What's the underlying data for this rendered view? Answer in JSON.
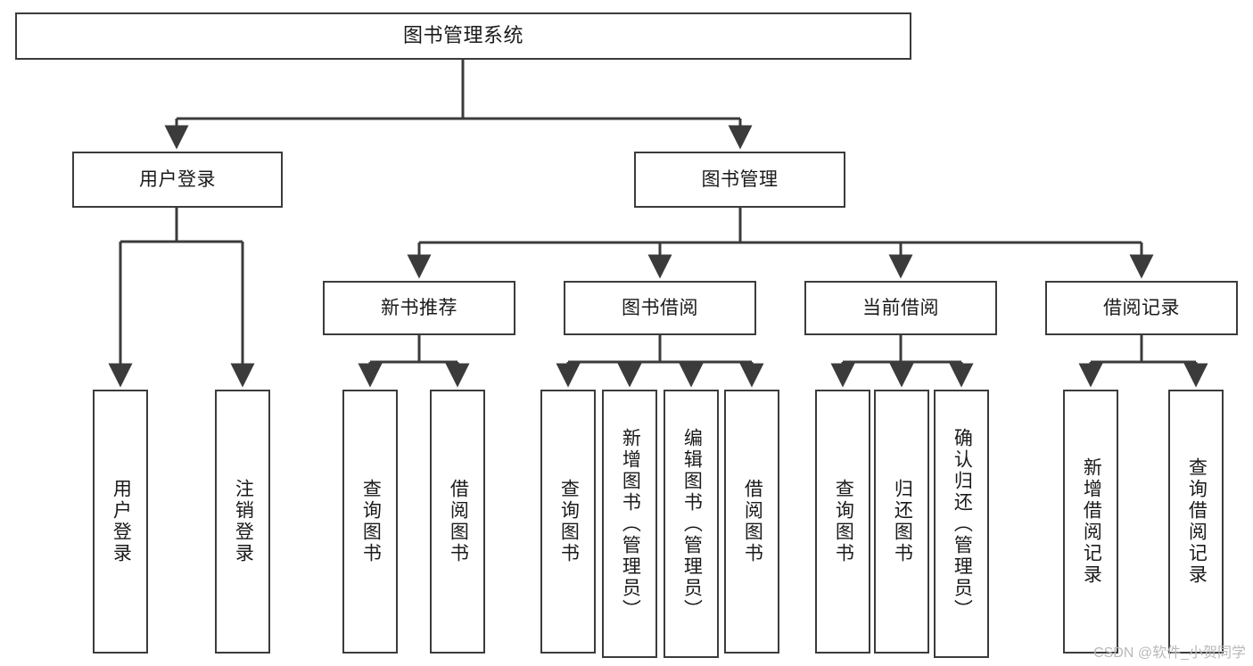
{
  "diagram": {
    "title": "图书管理系统",
    "type": "tree",
    "orientation": "top-down",
    "root": {
      "id": "root",
      "label": "图书管理系统"
    },
    "level2": [
      {
        "id": "user-login",
        "label": "用户登录"
      },
      {
        "id": "book-manage",
        "label": "图书管理"
      }
    ],
    "level3": [
      {
        "id": "new-book-recommend",
        "label": "新书推荐",
        "parent": "book-manage"
      },
      {
        "id": "book-borrow",
        "label": "图书借阅",
        "parent": "book-manage"
      },
      {
        "id": "current-borrow",
        "label": "当前借阅",
        "parent": "book-manage"
      },
      {
        "id": "borrow-record",
        "label": "借阅记录",
        "parent": "book-manage"
      }
    ],
    "leaves": {
      "user-login": [
        {
          "id": "leaf-user-login",
          "label": "用户登录"
        },
        {
          "id": "leaf-user-logout",
          "label": "注销登录"
        }
      ],
      "new-book-recommend": [
        {
          "id": "leaf-query-book-1",
          "label": "查询图书"
        },
        {
          "id": "leaf-borrow-book-1",
          "label": "借阅图书"
        }
      ],
      "book-borrow": [
        {
          "id": "leaf-query-book-2",
          "label": "查询图书"
        },
        {
          "id": "leaf-add-book",
          "label": "新增图书（管理员）"
        },
        {
          "id": "leaf-edit-book",
          "label": "编辑图书（管理员）"
        },
        {
          "id": "leaf-borrow-book-2",
          "label": "借阅图书"
        }
      ],
      "current-borrow": [
        {
          "id": "leaf-query-book-3",
          "label": "查询图书"
        },
        {
          "id": "leaf-return-book",
          "label": "归还图书"
        },
        {
          "id": "leaf-confirm-return",
          "label": "确认归还（管理员）"
        }
      ],
      "borrow-record": [
        {
          "id": "leaf-add-record",
          "label": "新增借阅记录"
        },
        {
          "id": "leaf-query-record",
          "label": "查询借阅记录"
        }
      ]
    },
    "colors": {
      "stroke": "#3b3b3b",
      "fill": "#ffffff",
      "text": "#1a1a1a",
      "watermark": "#b9b9b9"
    }
  },
  "watermark": {
    "text": "CSDN @软件_小贺同学"
  }
}
